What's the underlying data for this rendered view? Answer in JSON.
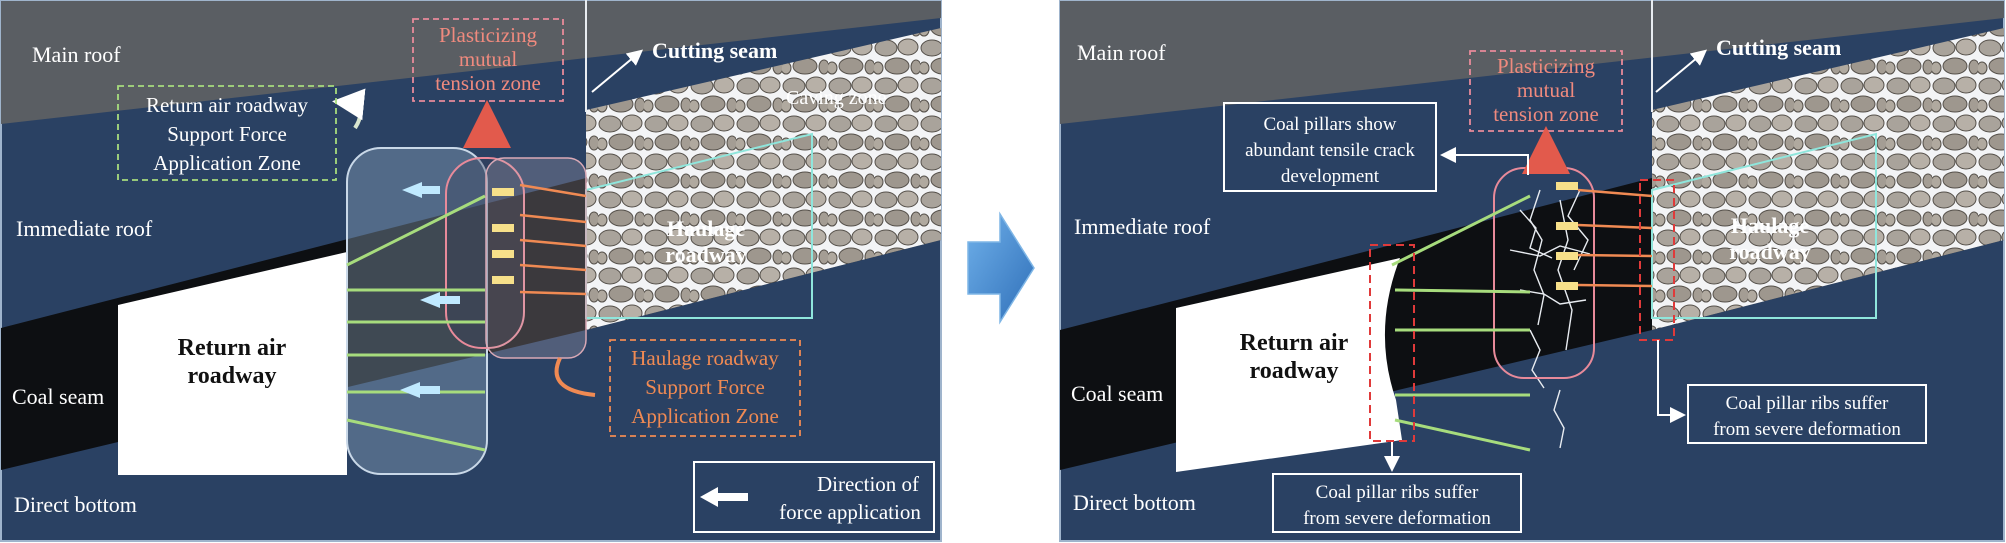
{
  "left_panel": {
    "main_roof": "Main roof",
    "immediate_roof": "Immediate roof",
    "coal_seam": "Coal seam",
    "direct_bottom": "Direct bottom",
    "cutting_seam": "Cutting seam",
    "caving_zone": "Caving zone",
    "return_air_line1": "Return air",
    "return_air_line2": "roadway",
    "haulage_line1": "Haulage",
    "haulage_line2": "roadway",
    "plasticizing": [
      "Plasticizing",
      "mutual",
      "tension zone"
    ],
    "return_support": [
      "Return air roadway",
      "Support Force",
      "Application Zone"
    ],
    "haulage_support": [
      "Haulage roadway",
      "Support Force",
      "Application Zone"
    ],
    "legend_line1": "Direction of",
    "legend_line2": "force application"
  },
  "right_panel": {
    "main_roof": "Main roof",
    "immediate_roof": "Immediate roof",
    "coal_seam": "Coal seam",
    "direct_bottom": "Direct bottom",
    "cutting_seam": "Cutting seam",
    "return_air_line1": "Return air",
    "return_air_line2": "roadway",
    "haulage_line1": "Haulage",
    "haulage_line2": "roadway",
    "plasticizing": [
      "Plasticizing",
      "mutual",
      "tension zone"
    ],
    "crack_note": [
      "Coal pillars show",
      "abundant tensile crack",
      "development"
    ],
    "rib_note_bottom": [
      "Coal pillar ribs suffer",
      "from severe deformation"
    ],
    "rib_note_right": [
      "Coal pillar ribs suffer",
      "from severe deformation"
    ]
  },
  "colors": {
    "background_navy": "#2a4163",
    "roof_gray": "#5a5e63",
    "coal_black": "#0d0f12",
    "accent_red": "#e25a4c",
    "accent_orange": "#f08a53",
    "accent_green": "#a7dc7d",
    "accent_cyan": "#8fe6dc",
    "arrow_blue": "#4a90d9"
  }
}
